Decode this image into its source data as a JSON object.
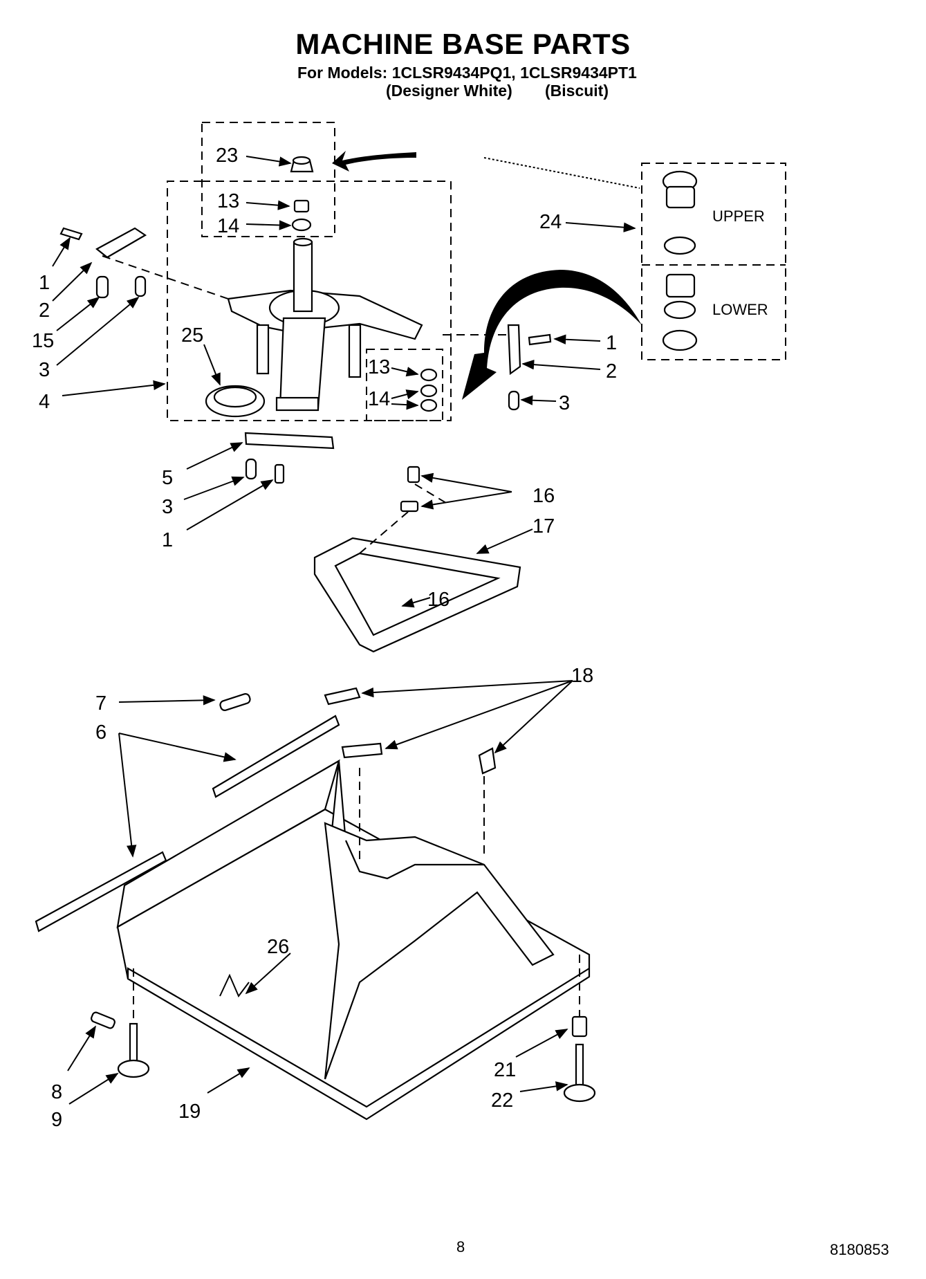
{
  "header": {
    "title": "MACHINE BASE PARTS",
    "models": "For Models: 1CLSR9434PQ1, 1CLSR9434PT1",
    "finish_1": "(Designer White)",
    "finish_2": "(Biscuit)"
  },
  "kit_labels": {
    "upper": "UPPER",
    "lower": "LOWER"
  },
  "callouts": [
    {
      "id": "c1a",
      "text": "1"
    },
    {
      "id": "c2a",
      "text": "2"
    },
    {
      "id": "c15",
      "text": "15"
    },
    {
      "id": "c3a",
      "text": "3"
    },
    {
      "id": "c4",
      "text": "4"
    },
    {
      "id": "c23",
      "text": "23"
    },
    {
      "id": "c13a",
      "text": "13"
    },
    {
      "id": "c14a",
      "text": "14"
    },
    {
      "id": "c25",
      "text": "25"
    },
    {
      "id": "c13b",
      "text": "13"
    },
    {
      "id": "c14b",
      "text": "14"
    },
    {
      "id": "c24",
      "text": "24"
    },
    {
      "id": "c1b",
      "text": "1"
    },
    {
      "id": "c2b",
      "text": "2"
    },
    {
      "id": "c3b",
      "text": "3"
    },
    {
      "id": "c5",
      "text": "5"
    },
    {
      "id": "c3c",
      "text": "3"
    },
    {
      "id": "c1c",
      "text": "1"
    },
    {
      "id": "c16a",
      "text": "16"
    },
    {
      "id": "c17",
      "text": "17"
    },
    {
      "id": "c16b",
      "text": "16"
    },
    {
      "id": "c7",
      "text": "7"
    },
    {
      "id": "c6",
      "text": "6"
    },
    {
      "id": "c18",
      "text": "18"
    },
    {
      "id": "c26",
      "text": "26"
    },
    {
      "id": "c8",
      "text": "8"
    },
    {
      "id": "c9",
      "text": "9"
    },
    {
      "id": "c19",
      "text": "19"
    },
    {
      "id": "c21",
      "text": "21"
    },
    {
      "id": "c22",
      "text": "22"
    }
  ],
  "footer": {
    "page_number": "8",
    "document_number": "8180853"
  }
}
